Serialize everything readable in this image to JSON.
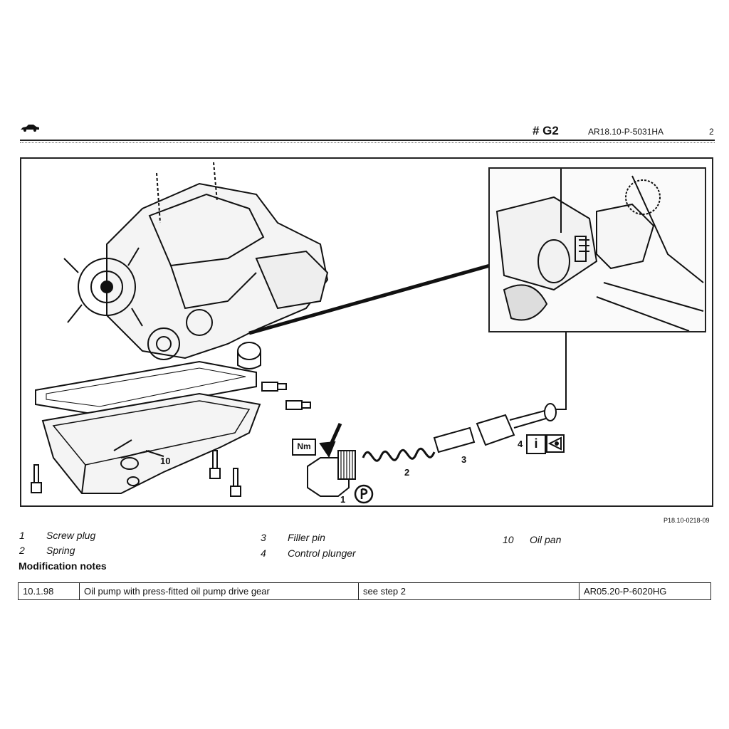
{
  "header": {
    "section_code": "# G2",
    "document_ref": "AR18.10-P-5031HA",
    "page_number": "2",
    "car_icon": "car-icon"
  },
  "figure": {
    "figure_ref": "P18.10-0218-09",
    "callouts": {
      "c1": "1",
      "c2": "2",
      "c3": "3",
      "c4": "4",
      "c10": "10"
    },
    "symbols": {
      "torque": "Nm",
      "info": "i"
    }
  },
  "legend": [
    {
      "num": "1",
      "label": "Screw plug"
    },
    {
      "num": "2",
      "label": "Spring"
    },
    {
      "num": "3",
      "label": "Filler pin"
    },
    {
      "num": "4",
      "label": "Control plunger"
    },
    {
      "num": "10",
      "label": "Oil pan"
    }
  ],
  "modifications": {
    "title": "Modification notes",
    "rows": [
      {
        "date": "10.1.98",
        "description": "Oil pump with press-fitted oil pump drive gear",
        "reference": "see step 2",
        "document": "AR05.20-P-6020HG"
      }
    ]
  }
}
